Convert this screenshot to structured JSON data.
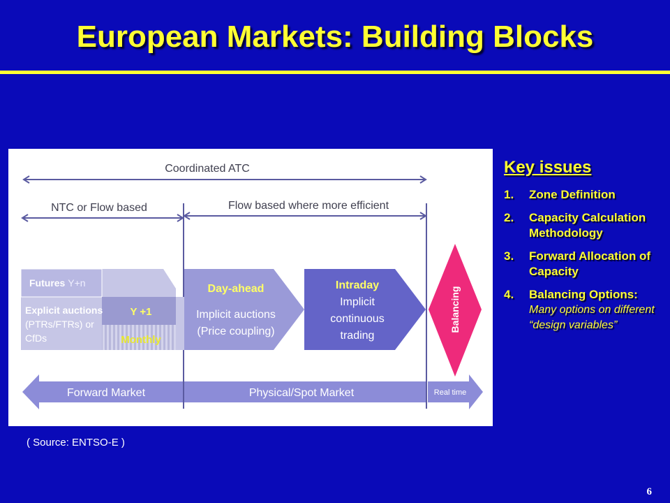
{
  "title": "European Markets: Building Blocks",
  "diagram": {
    "coordinated_atc": "Coordinated ATC",
    "ntc_flow": "NTC or Flow based",
    "flow_efficient": "Flow based where more efficient",
    "futures": "Futures",
    "futures_sub": "Y+n",
    "explicit_1": "Explicit auctions",
    "explicit_2": "(PTRs/FTRs) or",
    "explicit_3": "CfDs",
    "y_plus_1": "Y +1",
    "monthly": "Monthly",
    "day_ahead": "Day-ahead",
    "implicit_auctions": "Implicit auctions",
    "price_coupling": "(Price coupling)",
    "intraday": "Intraday",
    "intraday_1": "Implicit",
    "intraday_2": "continuous",
    "intraday_3": "trading",
    "balancing": "Balancing",
    "forward_market": "Forward Market",
    "physical_spot": "Physical/Spot Market",
    "real_time": "Real time",
    "colors": {
      "block_light": "#c6c6e6",
      "block_mid": "#9a9ad8",
      "block_dark": "#6464c8",
      "balancing": "#ee2a7b",
      "band": "#8c8cd8",
      "guide": "#5a5aa0"
    }
  },
  "key_issues": {
    "heading": "Key issues",
    "items": [
      {
        "num": "1.",
        "text": "Zone Definition",
        "note": ""
      },
      {
        "num": "2.",
        "text": "Capacity Calculation Methodology",
        "note": ""
      },
      {
        "num": "3.",
        "text": "Forward Allocation of Capacity",
        "note": ""
      },
      {
        "num": "4.",
        "text": "Balancing Options:",
        "note": "Many options on different “design variables”"
      }
    ]
  },
  "source": "( Source: ENTSO-E )",
  "page_number": "6"
}
